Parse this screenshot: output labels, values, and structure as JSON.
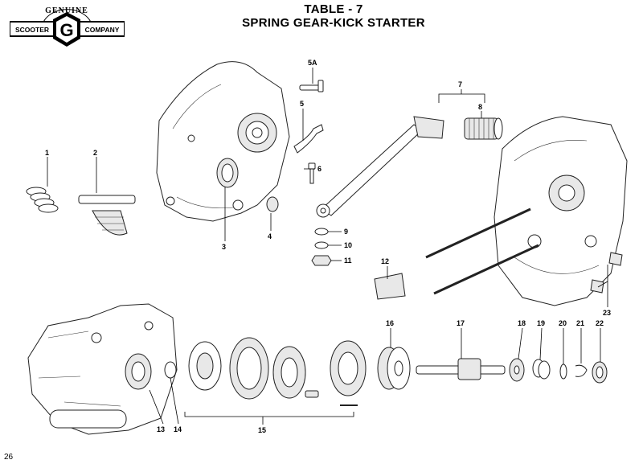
{
  "header": {
    "title": "TABLE - 7",
    "subtitle": "SPRING GEAR-KICK STARTER"
  },
  "logo": {
    "top_text": "GENUINE",
    "left_text": "SCOOTER",
    "right_text": "COMPANY",
    "letter": "G"
  },
  "footer": {
    "page_number": "26"
  },
  "callouts": [
    {
      "id": "1",
      "label": "1"
    },
    {
      "id": "2",
      "label": "2"
    },
    {
      "id": "3",
      "label": "3"
    },
    {
      "id": "4",
      "label": "4"
    },
    {
      "id": "5",
      "label": "5"
    },
    {
      "id": "5A",
      "label": "5A"
    },
    {
      "id": "6",
      "label": "6"
    },
    {
      "id": "7",
      "label": "7"
    },
    {
      "id": "8",
      "label": "8"
    },
    {
      "id": "9",
      "label": "9"
    },
    {
      "id": "10",
      "label": "10"
    },
    {
      "id": "11",
      "label": "11"
    },
    {
      "id": "12",
      "label": "12"
    },
    {
      "id": "13",
      "label": "13"
    },
    {
      "id": "14",
      "label": "14"
    },
    {
      "id": "15",
      "label": "15"
    },
    {
      "id": "16",
      "label": "16"
    },
    {
      "id": "17",
      "label": "17"
    },
    {
      "id": "18",
      "label": "18"
    },
    {
      "id": "19",
      "label": "19"
    },
    {
      "id": "20",
      "label": "20"
    },
    {
      "id": "21",
      "label": "21"
    },
    {
      "id": "22",
      "label": "22"
    },
    {
      "id": "23",
      "label": "23"
    }
  ]
}
